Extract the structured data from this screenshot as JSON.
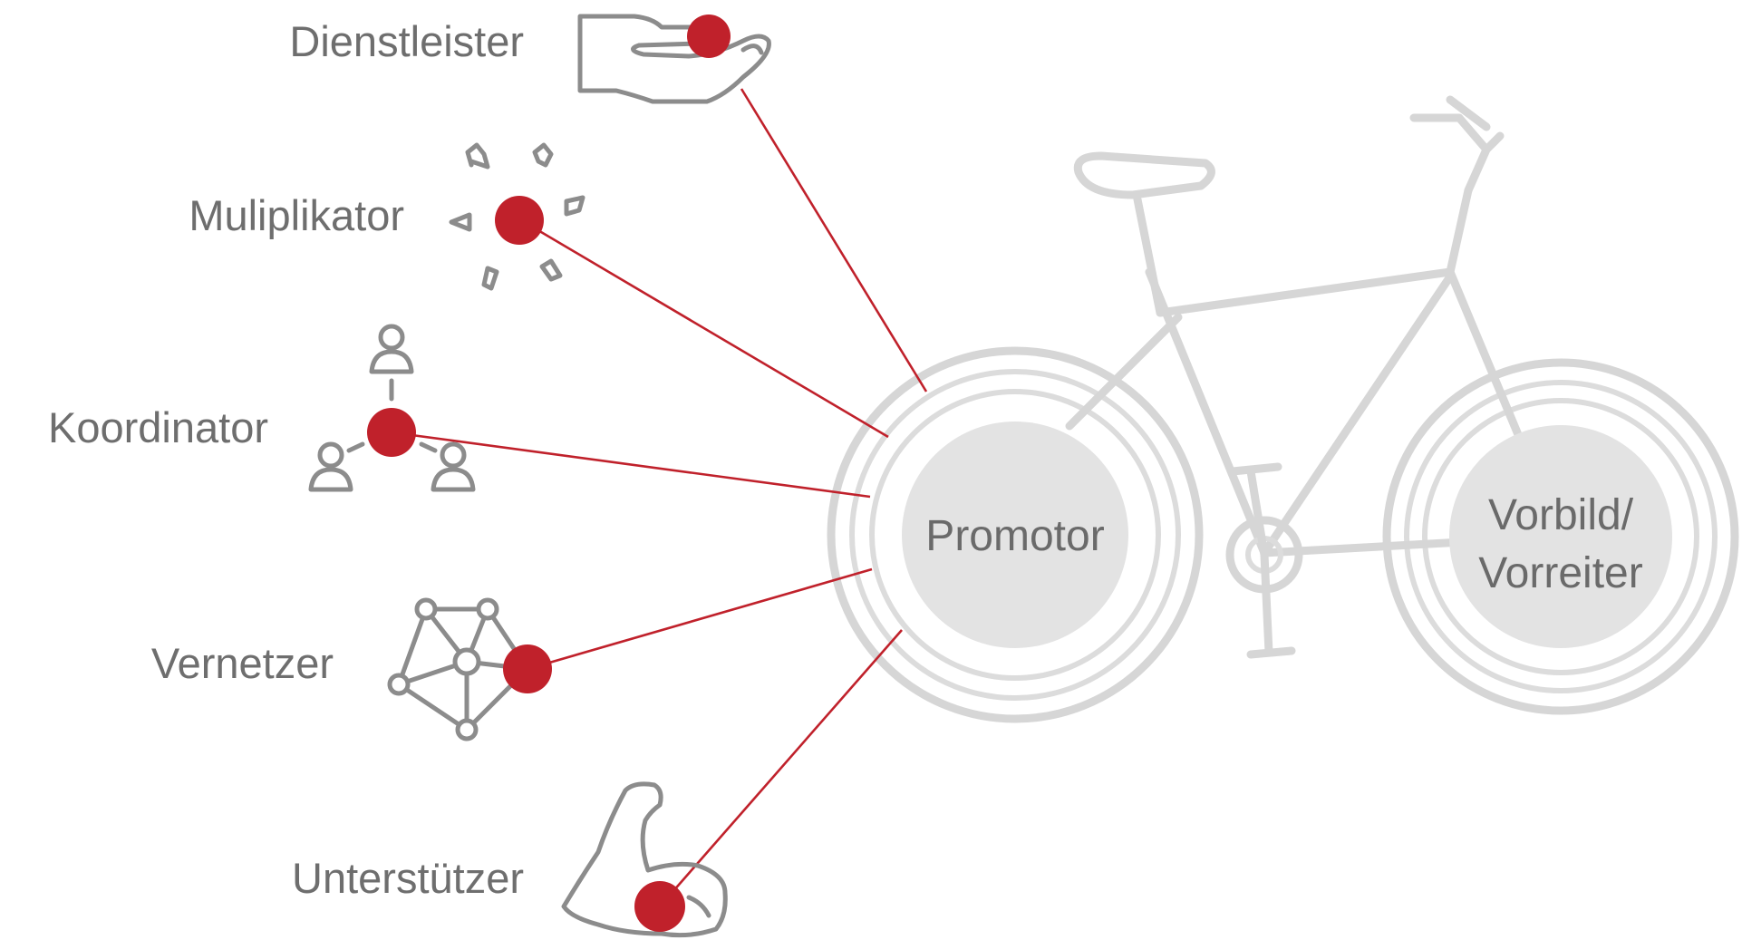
{
  "roles": [
    {
      "id": "dienstleister",
      "label": "Dienstleister",
      "icon": "hand-holding-icon"
    },
    {
      "id": "multiplikator",
      "label": "Muliplikator",
      "icon": "outward-arrows-icon"
    },
    {
      "id": "koordinator",
      "label": "Koordinator",
      "icon": "people-icon"
    },
    {
      "id": "vernetzer",
      "label": "Vernetzer",
      "icon": "network-icon"
    },
    {
      "id": "unterstuetzer",
      "label": "Unterstützer",
      "icon": "flexed-arm-icon"
    }
  ],
  "hubs": {
    "front": {
      "label": "Promotor"
    },
    "rear": {
      "label_line1": "Vorbild/",
      "label_line2": "Vorreiter"
    }
  },
  "colors": {
    "accent": "#c0212b",
    "hub": "#e3e3e3",
    "bike": "#d6d6d6",
    "text": "#6e6e6e"
  }
}
